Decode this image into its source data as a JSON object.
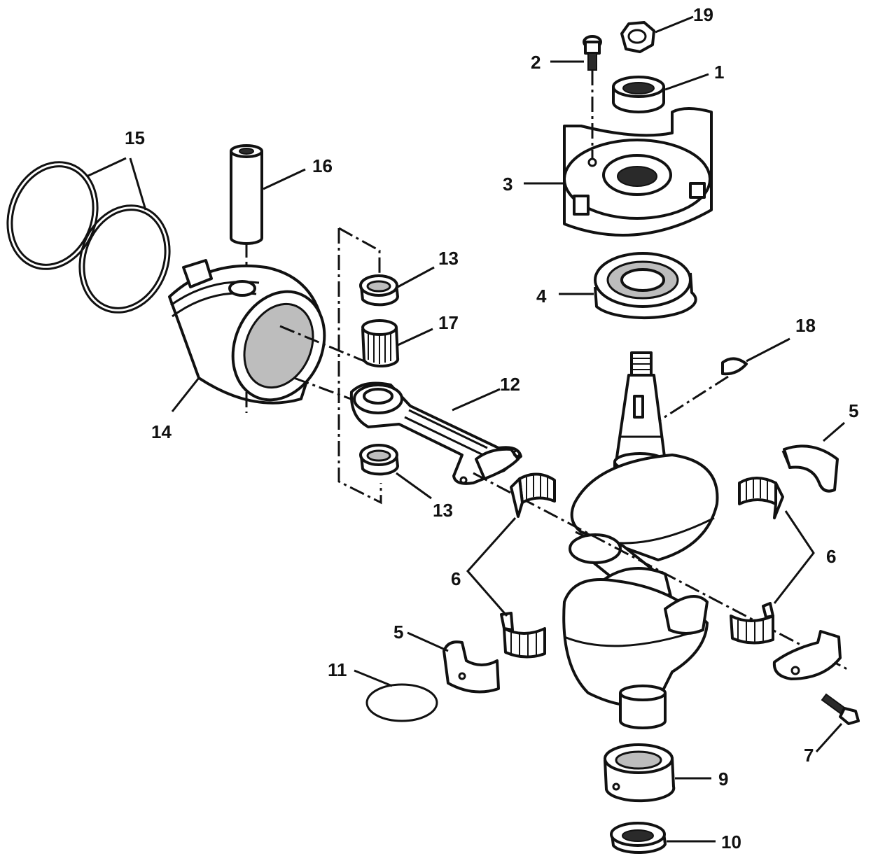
{
  "labels": {
    "l1": "1",
    "l2": "2",
    "l3": "3",
    "l4": "4",
    "l5a": "5",
    "l5b": "5",
    "l6a": "6",
    "l6b": "6",
    "l7": "7",
    "l9": "9",
    "l10": "10",
    "l11": "11",
    "l12": "12",
    "l13a": "13",
    "l13b": "13",
    "l14": "14",
    "l15": "15",
    "l16": "16",
    "l17": "17",
    "l18": "18",
    "l19": "19"
  }
}
